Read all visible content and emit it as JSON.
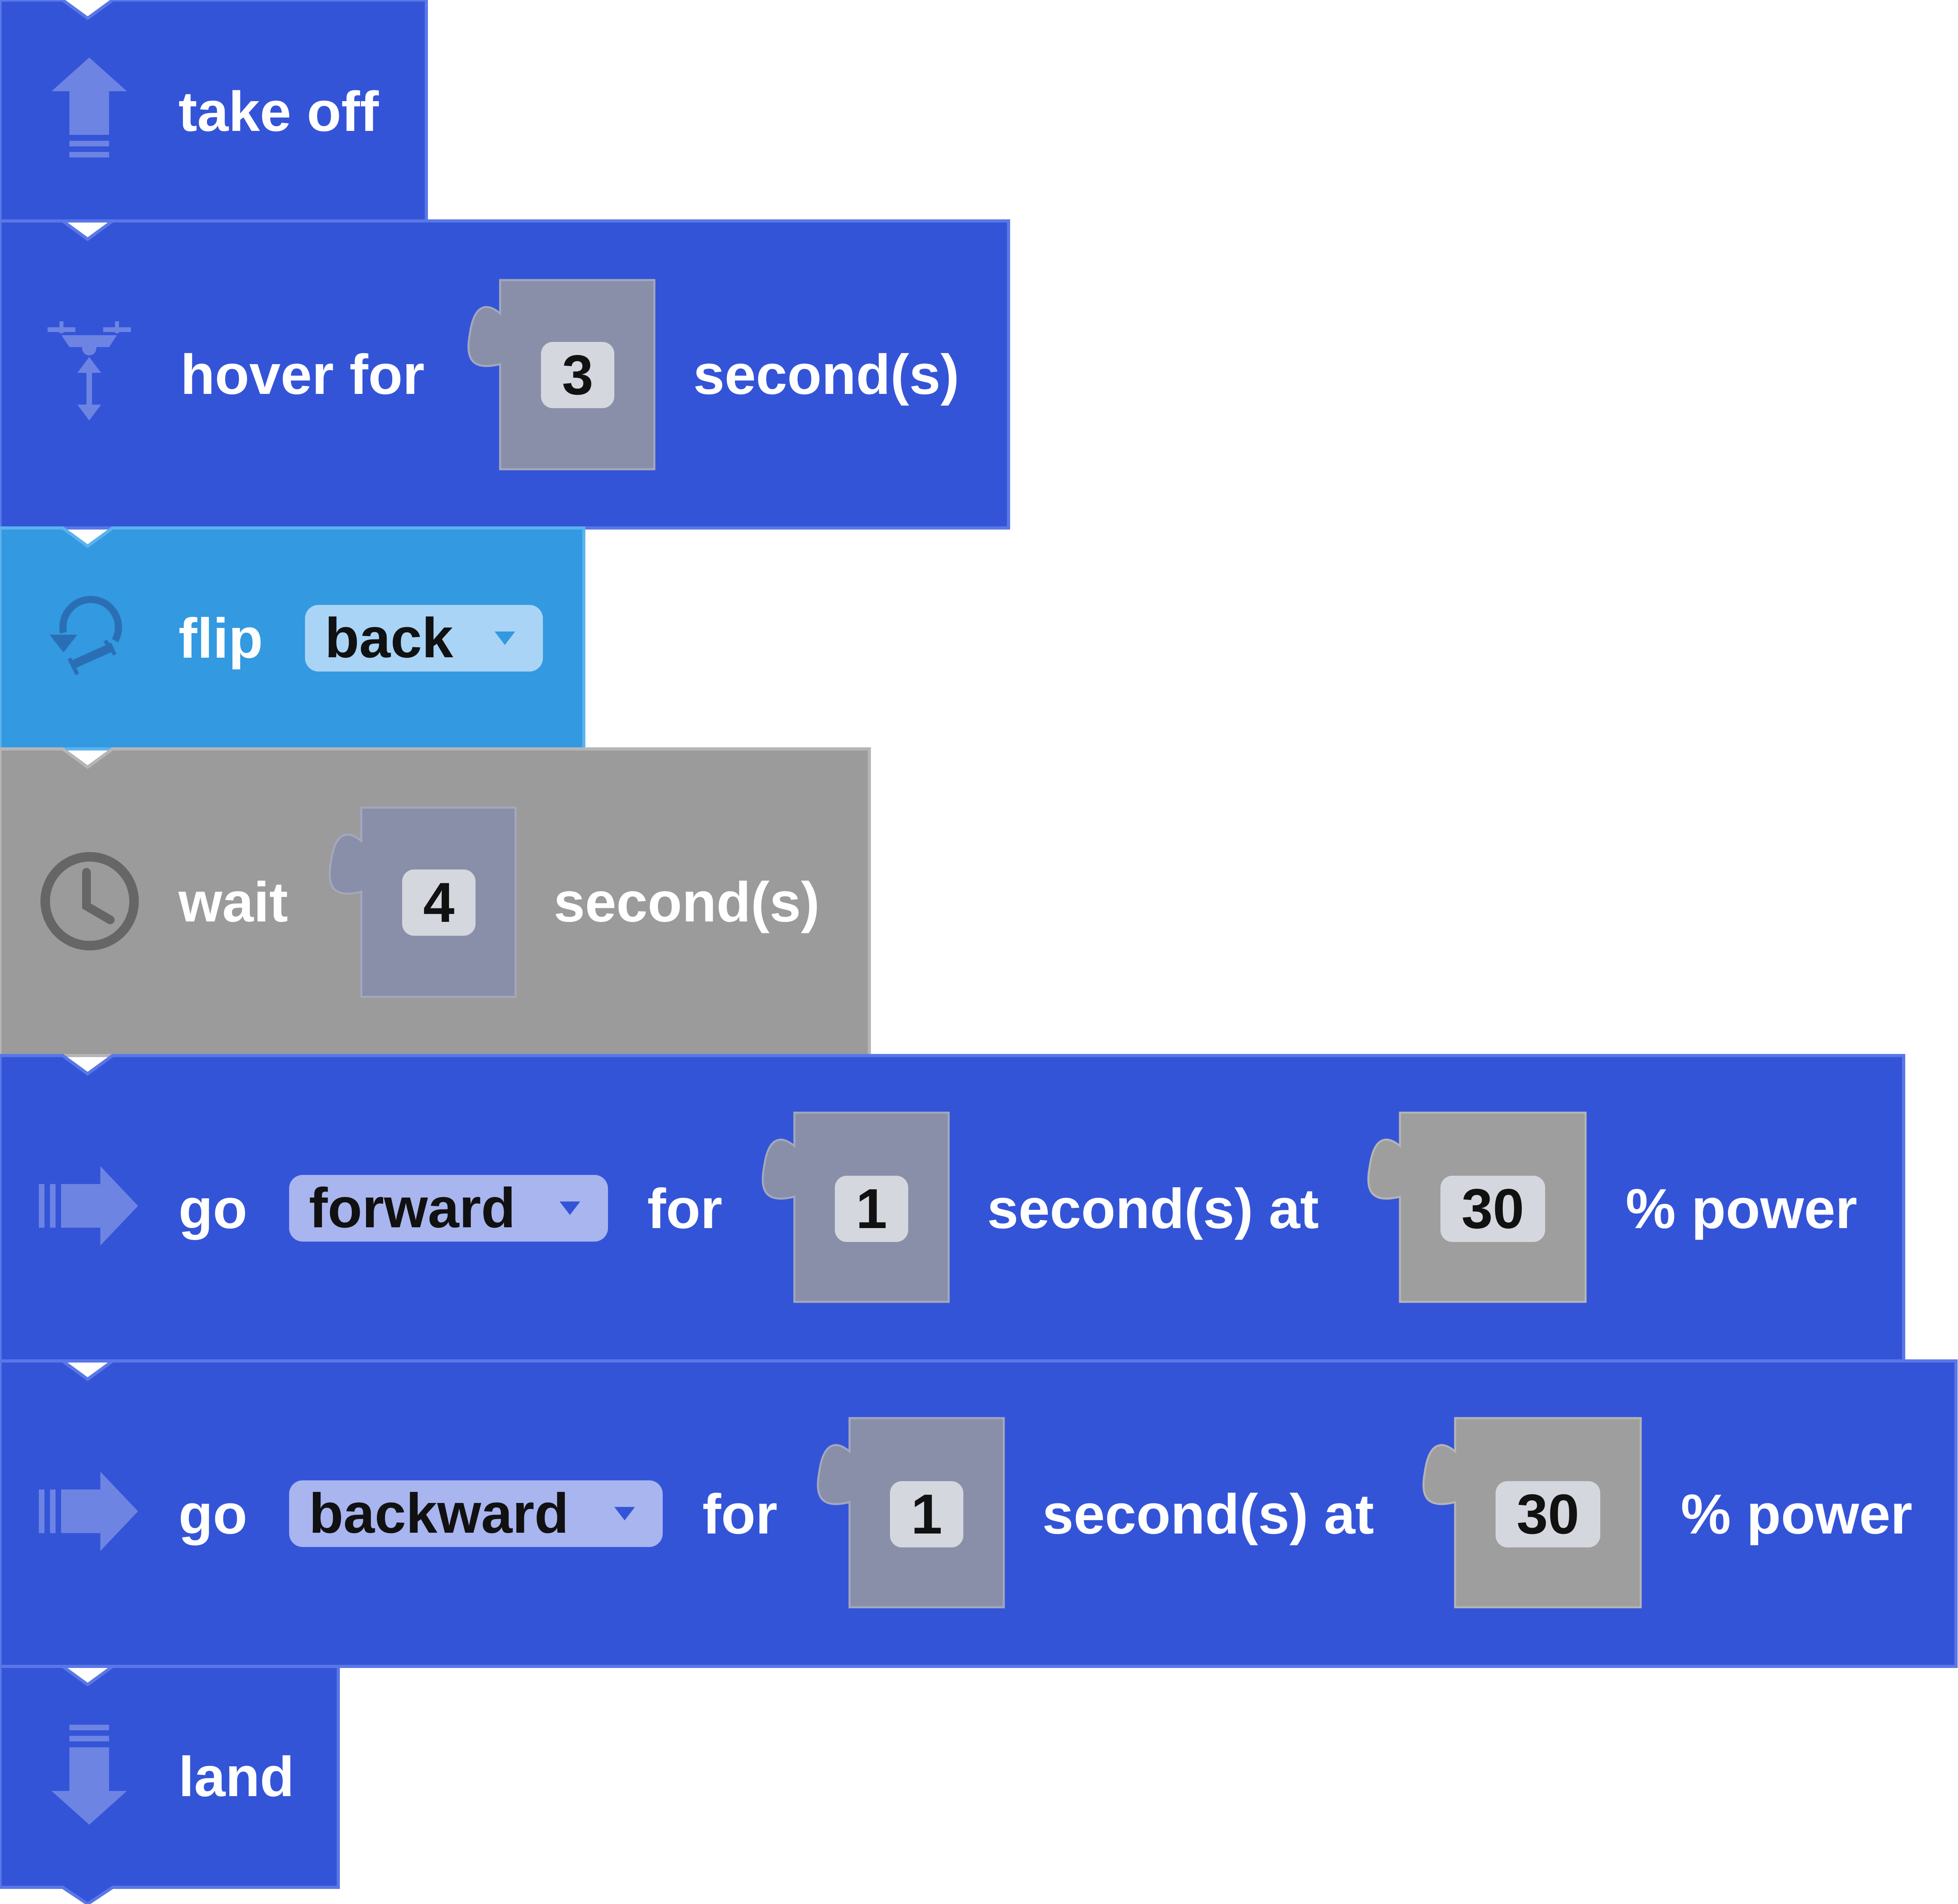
{
  "workspace": {
    "blocks": [
      {
        "id": "takeoff",
        "label": "take off",
        "icon": "takeoff-arrow-up-icon"
      },
      {
        "id": "hover",
        "label_before": "hover for",
        "seconds": "3",
        "label_after": "second(s)",
        "icon": "drone-hover-icon"
      },
      {
        "id": "flip",
        "label": "flip",
        "direction": "back",
        "icon": "flip-rotate-icon"
      },
      {
        "id": "wait",
        "label_before": "wait",
        "seconds": "4",
        "label_after": "second(s)",
        "icon": "clock-icon"
      },
      {
        "id": "go1",
        "label_go": "go",
        "direction": "forward",
        "label_for": "for",
        "seconds": "1",
        "label_at": "second(s) at",
        "power": "30",
        "label_power": "% power",
        "icon": "go-arrow-right-icon"
      },
      {
        "id": "go2",
        "label_go": "go",
        "direction": "backward",
        "label_for": "for",
        "seconds": "1",
        "label_at": "second(s) at",
        "power": "30",
        "label_power": "% power",
        "icon": "go-arrow-right-icon"
      },
      {
        "id": "land",
        "label": "land",
        "icon": "land-arrow-down-icon"
      }
    ]
  },
  "colors": {
    "drone_block": "#3454d8",
    "drone_block_border": "#5a77e6",
    "flip_block": "#3399e0",
    "flip_block_border": "#5ab2ee",
    "wait_block": "#9b9b9b",
    "wait_block_border": "#b5b5b5",
    "number_socket": "#8a8fa9",
    "number_socket_gray": "#9e9e9e",
    "number_field": "#d4d7dd",
    "dropdown_blue": "#a8b5ee",
    "dropdown_lightblue": "#a9d4f5",
    "icon_tint": "#6d84e3"
  }
}
